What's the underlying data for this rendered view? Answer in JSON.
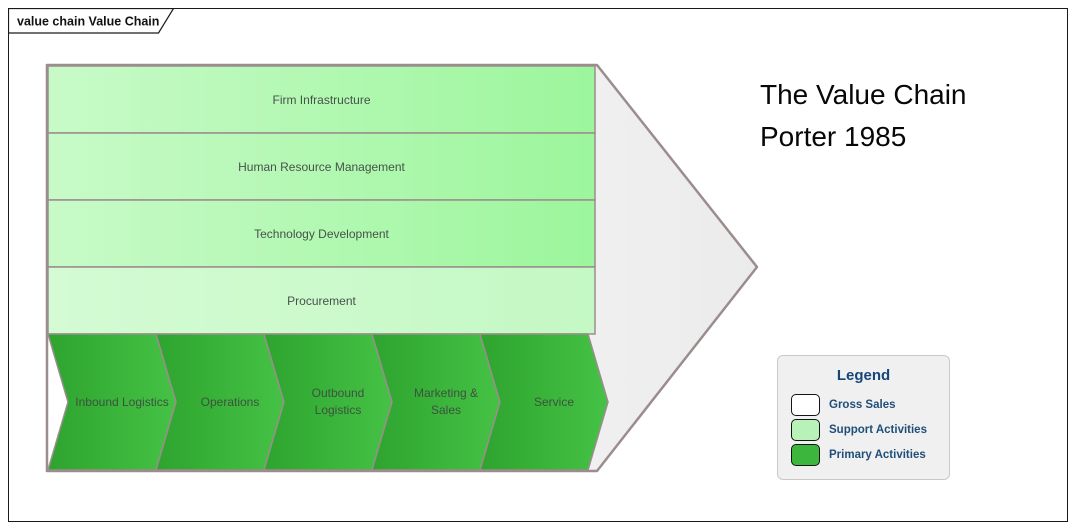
{
  "frame": {
    "tab_label": "value chain Value Chain"
  },
  "title": {
    "line1": "The Value Chain",
    "line2": "Porter 1985"
  },
  "diagram": {
    "support_activities": [
      "Firm Infrastructure",
      "Human Resource Management",
      "Technology Development",
      "Procurement"
    ],
    "primary_activities": [
      "Inbound Logistics",
      "Operations",
      "Outbound Logistics",
      "Marketing & Sales",
      "Service"
    ]
  },
  "legend": {
    "title": "Legend",
    "items": [
      {
        "label": "Gross Sales",
        "color": "#ffffff"
      },
      {
        "label": "Support Activities",
        "color": "#b9f2b9"
      },
      {
        "label": "Primary Activities",
        "color": "#3cb63c"
      }
    ]
  },
  "colors": {
    "shape_border": "#9b8d8d",
    "support_fill_light": "#c8fac8",
    "support_fill": "#9cf69c",
    "procurement_fill_light": "#d4fbd4",
    "procurement_fill": "#c4f8c4",
    "primary_fill_dark": "#2ea42e",
    "primary_fill": "#45c245",
    "arrow_fill": "#ebebeb",
    "legend_text": "#1f4e79"
  }
}
